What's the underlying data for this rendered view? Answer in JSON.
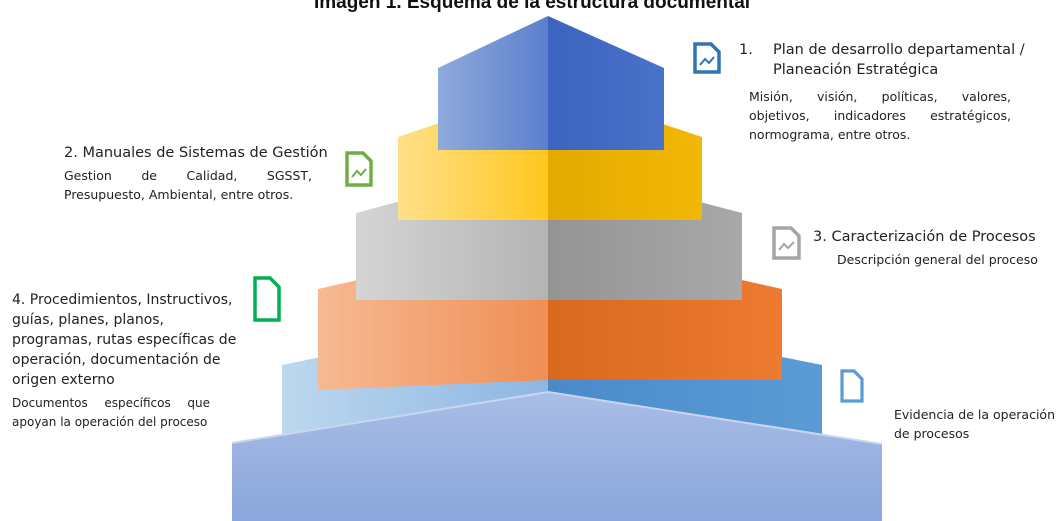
{
  "title": "Imagen 1. Esquema de la estructura documental",
  "levels": [
    {
      "number": "1.",
      "heading_line1": "Plan de desarrollo departamental /",
      "heading_line2": "Planeación Estratégica",
      "description": "Misión, visión, políticas, valores, objetivos, indicadores estratégicos, normograma, entre otros.",
      "color": "#4472C4",
      "icon": "chart-document-icon"
    },
    {
      "heading": "2. Manuales de Sistemas de Gestión",
      "description": "Gestion de Calidad, SGSST, Presupuesto, Ambiental, entre otros.",
      "color": "#FFC000",
      "icon": "chart-document-icon"
    },
    {
      "heading": "3. Caracterización de Procesos",
      "description": "Descripción general del proceso",
      "color": "#A5A5A5",
      "icon": "chart-document-icon"
    },
    {
      "heading": "4. Procedimientos, Instructivos, guías, planes, planos, programas, rutas específicas de operación, documentación de origen externo",
      "description": "Documentos específicos que apoyan la operación del proceso",
      "color": "#ED7D31",
      "icon": "document-icon"
    },
    {
      "heading": "",
      "description": "Evidencia de la operación de procesos",
      "color": "#5B9BD5",
      "icon": "document-icon"
    }
  ],
  "base_color": "#8EA9DB",
  "icon_colors": {
    "blue": "#2E75B6",
    "green": "#70AD47",
    "gray": "#A5A5A5",
    "dark_green": "#00B050",
    "light_blue": "#5B9BD5"
  }
}
